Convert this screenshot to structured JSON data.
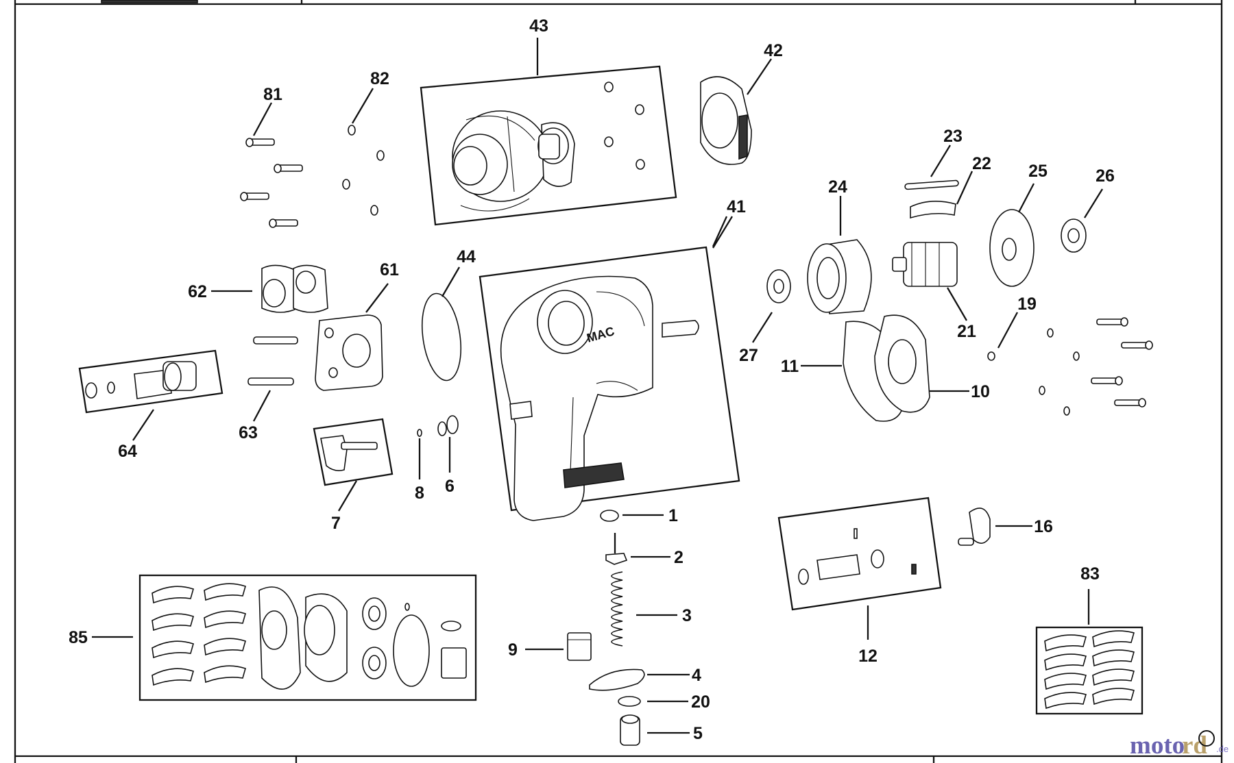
{
  "callouts": {
    "c1": "1",
    "c2": "2",
    "c3": "3",
    "c4": "4",
    "c5": "5",
    "c6": "6",
    "c7": "7",
    "c8": "8",
    "c9": "9",
    "c10": "10",
    "c11": "11",
    "c12": "12",
    "c16": "16",
    "c19": "19",
    "c20": "20",
    "c21": "21",
    "c22": "22",
    "c23": "23",
    "c24": "24",
    "c25": "25",
    "c26": "26",
    "c27": "27",
    "c41": "41",
    "c42": "42",
    "c43": "43",
    "c44": "44",
    "c61": "61",
    "c62": "62",
    "c63": "63",
    "c64": "64",
    "c81": "81",
    "c82": "82",
    "c83": "83",
    "c85": "85"
  },
  "watermark": {
    "part1": "moto",
    "part2": "rd",
    "suffix": ".de"
  },
  "colors": {
    "line": "#111111",
    "background": "#ffffff",
    "watermark_primary": "#6a63b0",
    "watermark_secondary": "#b9a06a"
  }
}
